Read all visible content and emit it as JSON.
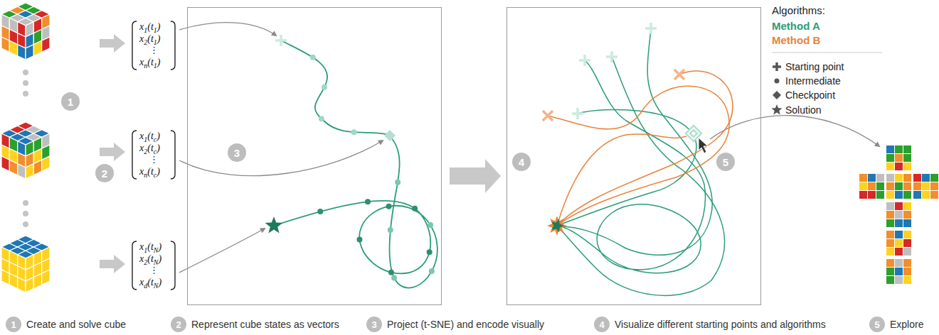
{
  "diagram": {
    "nodes": [
      {
        "text": [
          "1"
        ]
      },
      {
        "text": [
          "2"
        ]
      },
      {
        "text": [
          "3"
        ]
      },
      {
        "text": [
          "4"
        ]
      },
      {
        "text": [
          "5"
        ]
      },
      {
        "text": [
          "1",
          "Create and solve cube"
        ]
      },
      {
        "text": [
          "2",
          "Represent cube states as vectors"
        ]
      },
      {
        "text": [
          "3",
          "Project (t-SNE) and encode visually"
        ]
      },
      {
        "text": [
          "4",
          "Visualize different starting points and algorithms"
        ]
      },
      {
        "text": [
          "5",
          "Explore"
        ]
      }
    ],
    "labels": [
      "x1(t1)",
      "x2(t1)",
      "⋮",
      "xn(t1)",
      "x1(tc)",
      "x2(tc)",
      "⋮",
      "xn(tc)",
      "x1(tN)",
      "x2(tN)",
      "⋮",
      "xd(tN)",
      "Algorithms:"
    ],
    "legend": [
      {
        "text": "Method A",
        "color": "#2a9d78"
      },
      {
        "text": "Method B",
        "color": "#e8833a"
      },
      {
        "text": "Starting point"
      },
      {
        "text": "Intermediate"
      },
      {
        "text": "Checkpoint"
      },
      {
        "text": "Solution"
      }
    ]
  }
}
